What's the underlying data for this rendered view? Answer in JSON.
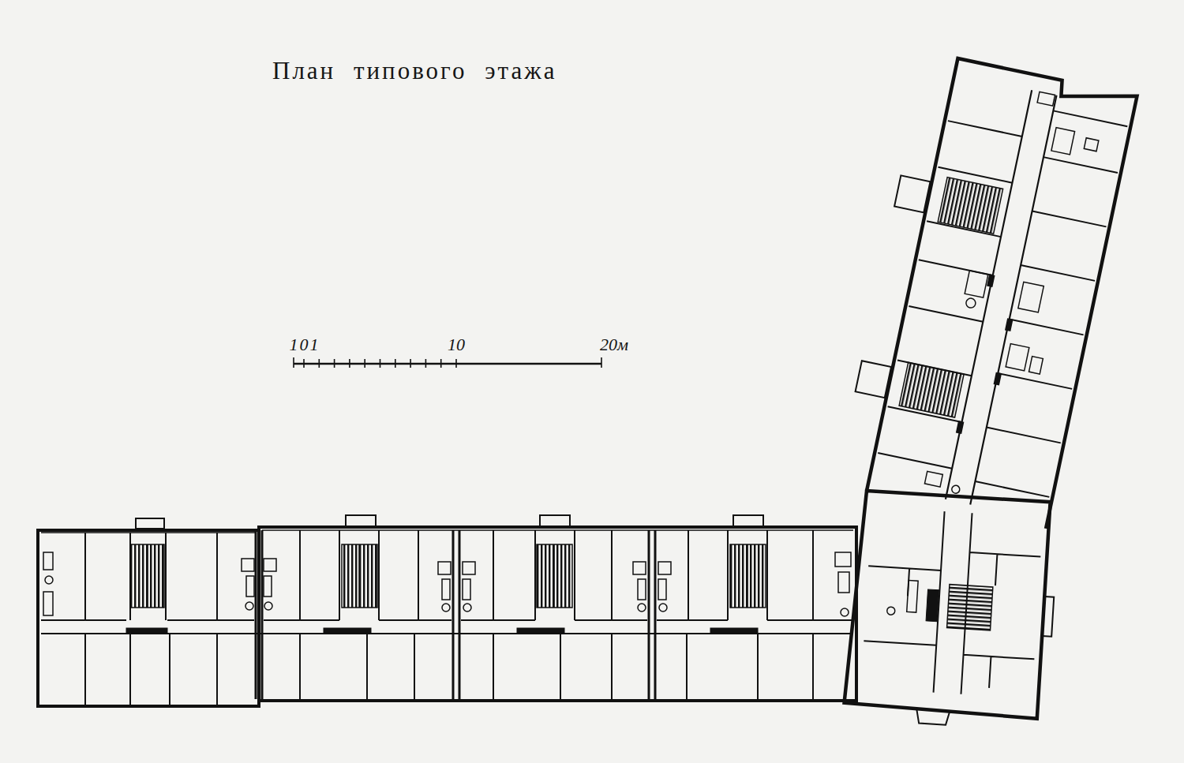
{
  "diagram": {
    "title": "План типового этажа",
    "labels": [
      "1",
      "0",
      "1",
      "10",
      "20м"
    ]
  }
}
